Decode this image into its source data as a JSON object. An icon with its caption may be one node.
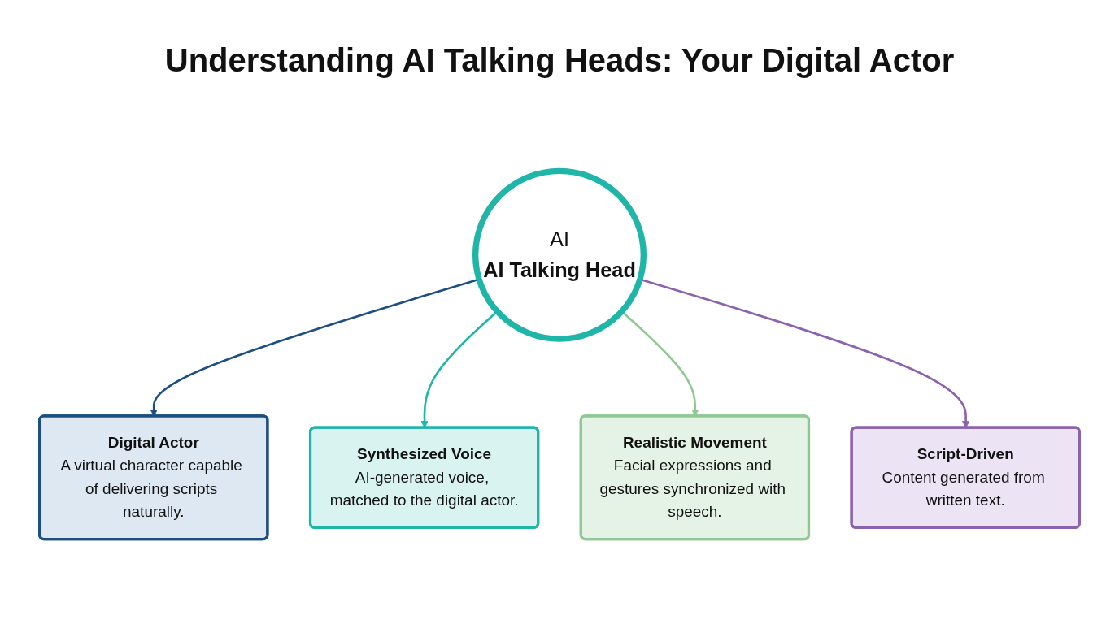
{
  "diagram": {
    "title": "Understanding AI Talking Heads: Your Digital Actor",
    "nodes": [
      {
        "text": [
          "Digital Actor",
          "A virtual character capable of delivering scripts naturally."
        ]
      },
      {
        "text": [
          "Synthesized Voice",
          "AI-generated voice, matched to the digital actor."
        ]
      },
      {
        "text": [
          "AI",
          "AI Talking Head"
        ]
      },
      {
        "text": [
          "Realistic Movement",
          "Facial expressions and gestures synchronized with speech."
        ]
      },
      {
        "text": [
          "Script-Driven",
          "Content generated from written text."
        ]
      }
    ],
    "edges": [
      {
        "from": 2,
        "to": 0,
        "arrow": "to",
        "color": "#1c4f80"
      },
      {
        "from": 2,
        "to": 1,
        "arrow": "to",
        "color": "#1fb5a9"
      },
      {
        "from": 2,
        "to": 3,
        "arrow": "to",
        "color": "#8fc893"
      },
      {
        "from": 2,
        "to": 4,
        "arrow": "to",
        "color": "#8b62ae"
      }
    ]
  }
}
